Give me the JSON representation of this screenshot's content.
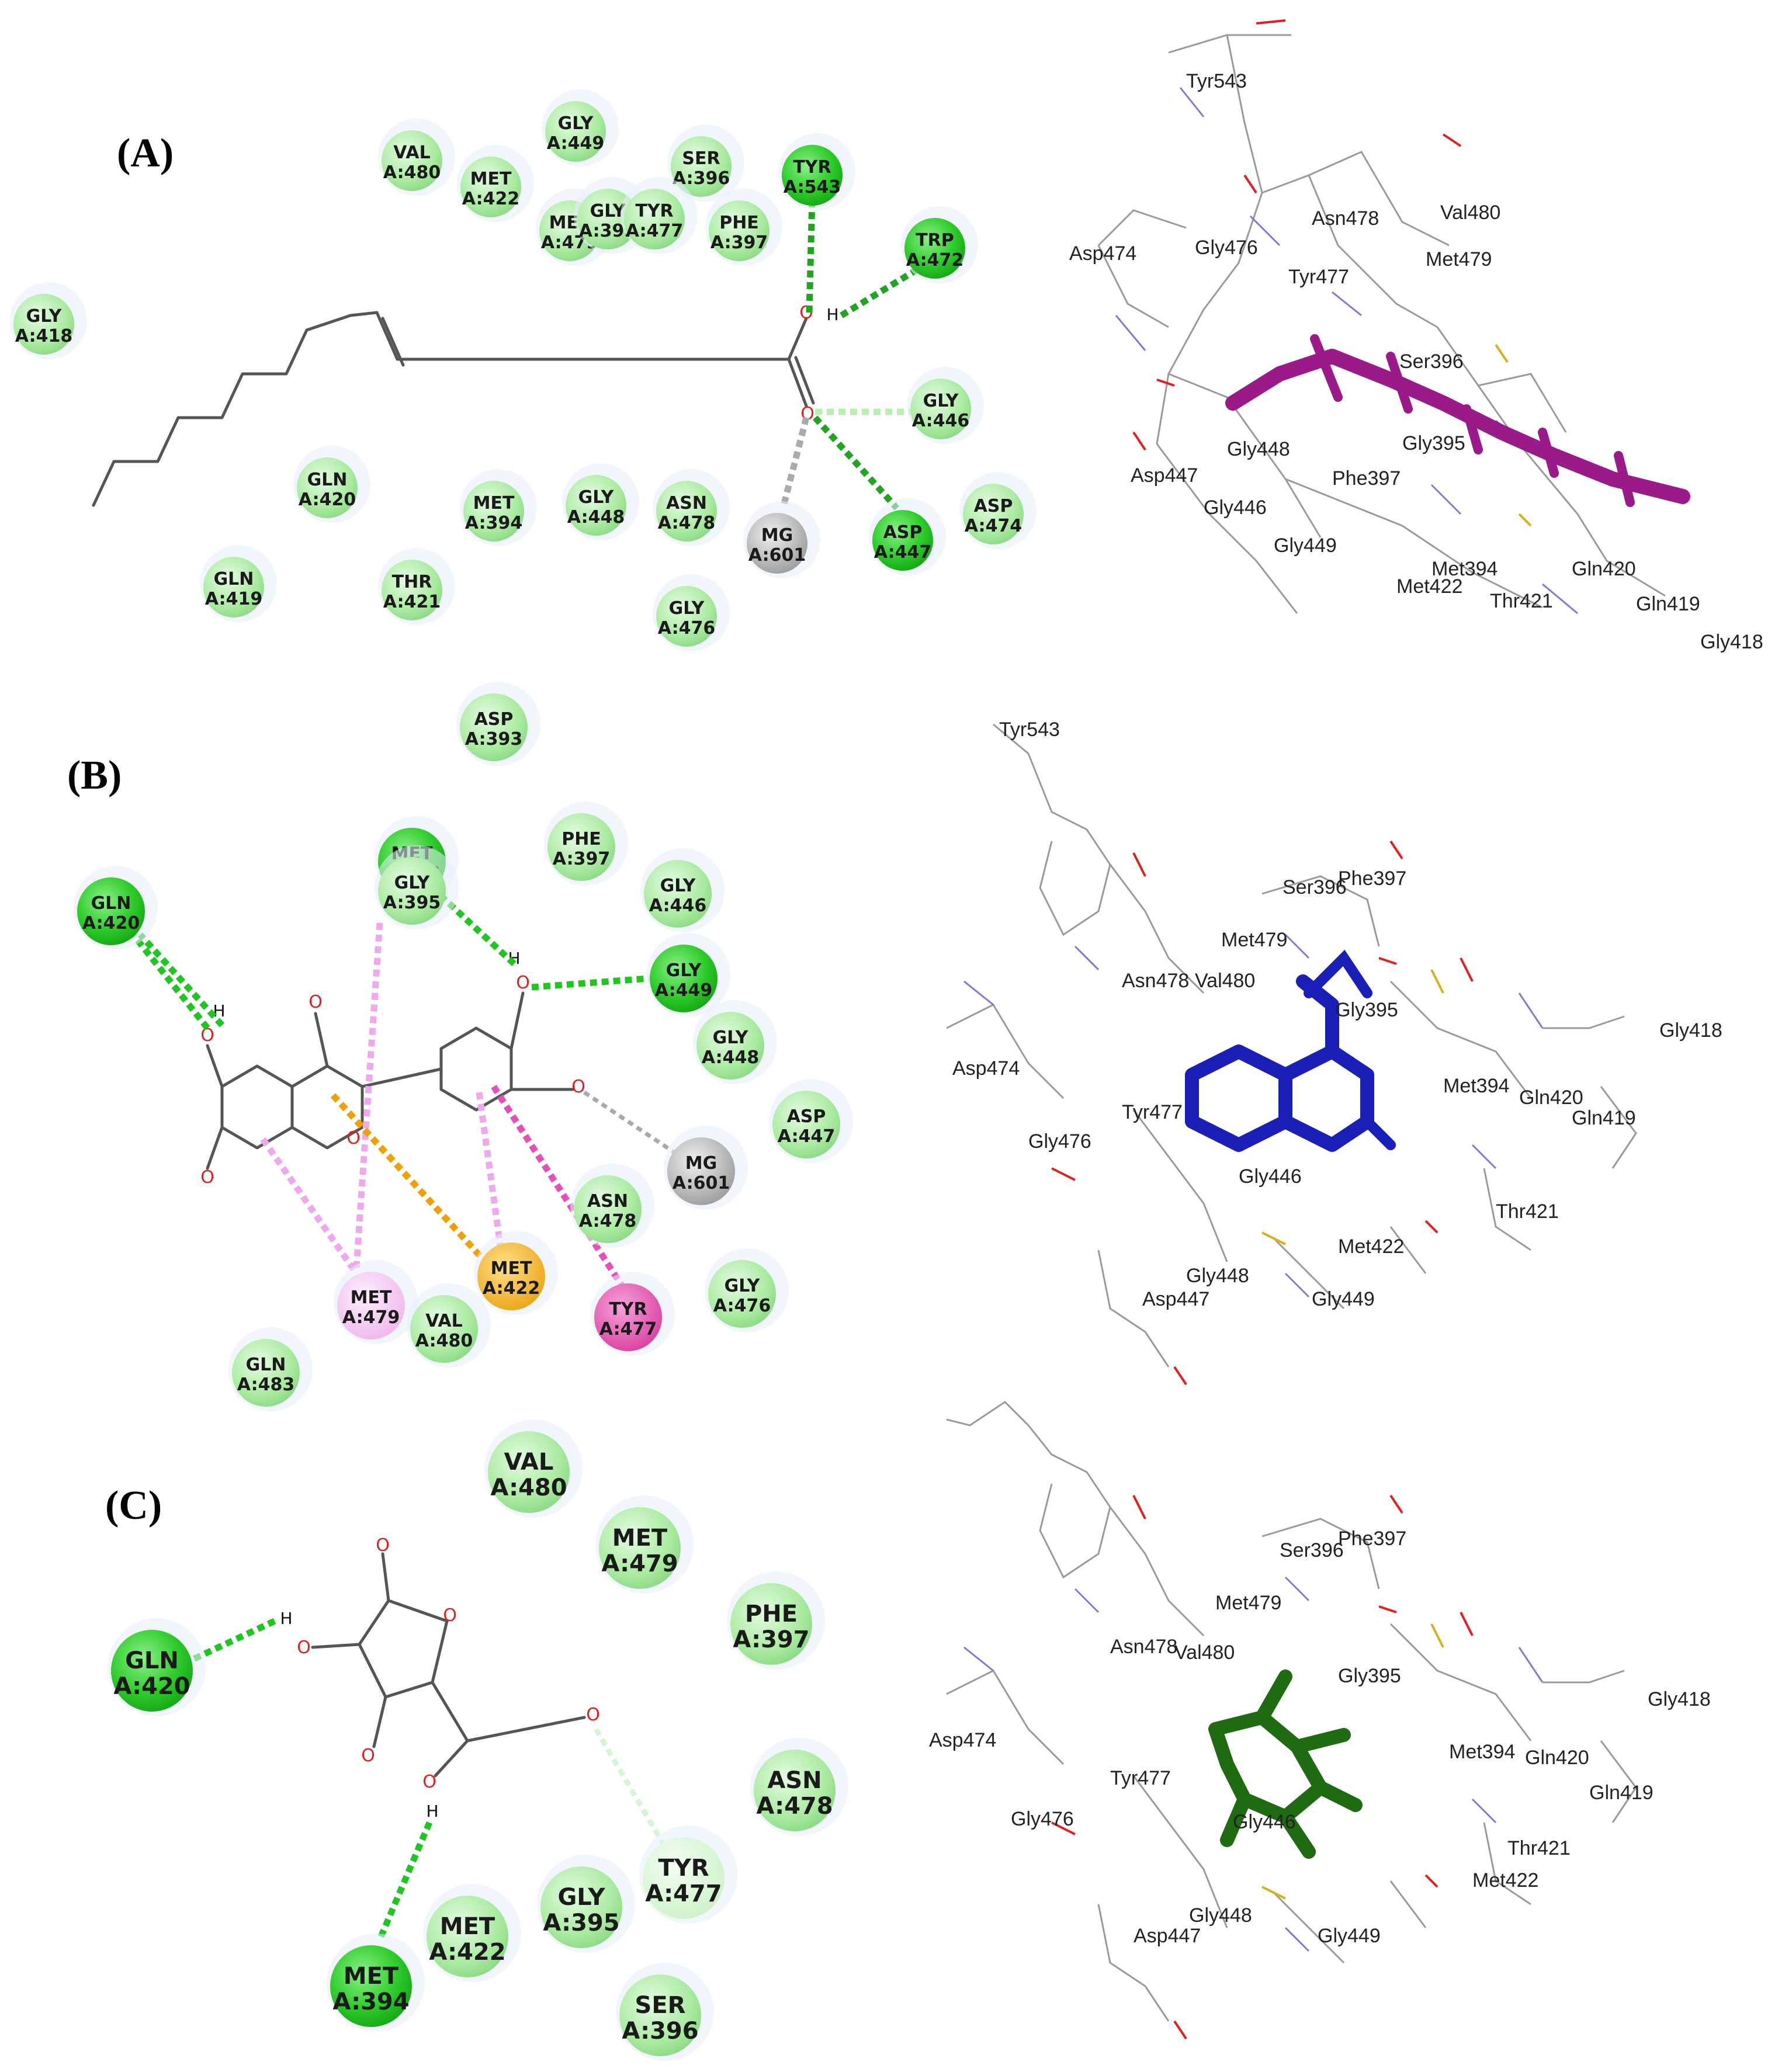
{
  "panels": [
    {
      "letter": "(A)",
      "residues2d": [
        {
          "name": "GLY",
          "id": "A:418",
          "color": "light"
        },
        {
          "name": "VAL",
          "id": "A:480",
          "color": "light"
        },
        {
          "name": "MET",
          "id": "A:422",
          "color": "light"
        },
        {
          "name": "GLY",
          "id": "A:449",
          "color": "light"
        },
        {
          "name": "SER",
          "id": "A:396",
          "color": "light"
        },
        {
          "name": "TYR",
          "id": "A:543",
          "color": "hbond"
        },
        {
          "name": "MET",
          "id": "A:479",
          "color": "light"
        },
        {
          "name": "GLY",
          "id": "A:395",
          "color": "light"
        },
        {
          "name": "TYR",
          "id": "A:477",
          "color": "light"
        },
        {
          "name": "PHE",
          "id": "A:397",
          "color": "light"
        },
        {
          "name": "TRP",
          "id": "A:472",
          "color": "hbond"
        },
        {
          "name": "GLY",
          "id": "A:446",
          "color": "light"
        },
        {
          "name": "GLN",
          "id": "A:420",
          "color": "light"
        },
        {
          "name": "MET",
          "id": "A:394",
          "color": "light"
        },
        {
          "name": "GLY",
          "id": "A:448",
          "color": "light"
        },
        {
          "name": "ASN",
          "id": "A:478",
          "color": "light"
        },
        {
          "name": "MG",
          "id": "A:601",
          "color": "metal"
        },
        {
          "name": "ASP",
          "id": "A:447",
          "color": "hbond"
        },
        {
          "name": "ASP",
          "id": "A:474",
          "color": "light"
        },
        {
          "name": "GLN",
          "id": "A:419",
          "color": "light"
        },
        {
          "name": "THR",
          "id": "A:421",
          "color": "light"
        },
        {
          "name": "GLY",
          "id": "A:476",
          "color": "light"
        }
      ],
      "labels3d": [
        "Tyr543",
        "Asn478",
        "Val480",
        "Asp474",
        "Gly476",
        "Met479",
        "Tyr477",
        "Ser396",
        "Gly395",
        "Gly448",
        "Asp447",
        "Phe397",
        "Gly446",
        "Gly449",
        "Met394",
        "Met422",
        "Gln420",
        "Thr421",
        "Gln419",
        "Gly418"
      ],
      "ligand_color": "#9b1a8a"
    },
    {
      "letter": "(B)",
      "residues2d": [
        {
          "name": "ASP",
          "id": "A:393",
          "color": "light"
        },
        {
          "name": "GLN",
          "id": "A:420",
          "color": "hbond"
        },
        {
          "name": "MET",
          "id": "A:394",
          "color": "hbond"
        },
        {
          "name": "GLY",
          "id": "A:395",
          "color": "light"
        },
        {
          "name": "PHE",
          "id": "A:397",
          "color": "light"
        },
        {
          "name": "GLY",
          "id": "A:446",
          "color": "light"
        },
        {
          "name": "GLY",
          "id": "A:449",
          "color": "hbond"
        },
        {
          "name": "GLY",
          "id": "A:448",
          "color": "light"
        },
        {
          "name": "ASP",
          "id": "A:447",
          "color": "light"
        },
        {
          "name": "MG",
          "id": "A:601",
          "color": "metal"
        },
        {
          "name": "ASN",
          "id": "A:478",
          "color": "light"
        },
        {
          "name": "MET",
          "id": "A:422",
          "color": "orange"
        },
        {
          "name": "TYR",
          "id": "A:477",
          "color": "pink"
        },
        {
          "name": "GLY",
          "id": "A:476",
          "color": "light"
        },
        {
          "name": "MET",
          "id": "A:479",
          "color": "lpink"
        },
        {
          "name": "VAL",
          "id": "A:480",
          "color": "light"
        },
        {
          "name": "GLN",
          "id": "A:483",
          "color": "light"
        }
      ],
      "labels3d": [
        "Tyr543",
        "Ser396",
        "Phe397",
        "Met479",
        "Asn478",
        "Val480",
        "Gly395",
        "Gly418",
        "Asp474",
        "Tyr477",
        "Met394",
        "Gln420",
        "Gln419",
        "Gly476",
        "Gly446",
        "Thr421",
        "Met422",
        "Gly448",
        "Asp447",
        "Gly449"
      ],
      "ligand_color": "#1a1fb8"
    },
    {
      "letter": "(C)",
      "residues2d": [
        {
          "name": "VAL",
          "id": "A:480",
          "color": "light"
        },
        {
          "name": "MET",
          "id": "A:479",
          "color": "light"
        },
        {
          "name": "PHE",
          "id": "A:397",
          "color": "light"
        },
        {
          "name": "GLN",
          "id": "A:420",
          "color": "hbond"
        },
        {
          "name": "ASN",
          "id": "A:478",
          "color": "light"
        },
        {
          "name": "TYR",
          "id": "A:477",
          "color": "vlight"
        },
        {
          "name": "GLY",
          "id": "A:395",
          "color": "light"
        },
        {
          "name": "MET",
          "id": "A:422",
          "color": "light"
        },
        {
          "name": "MET",
          "id": "A:394",
          "color": "hbond"
        },
        {
          "name": "SER",
          "id": "A:396",
          "color": "light"
        }
      ],
      "labels3d": [
        "Ser396",
        "Phe397",
        "Met479",
        "Asn478",
        "Val480",
        "Gly395",
        "Gly418",
        "Asp474",
        "Tyr477",
        "Met394",
        "Gln420",
        "Gln419",
        "Gly476",
        "Gly446",
        "Thr421",
        "Met422",
        "Gly448",
        "Asp447",
        "Gly449"
      ],
      "ligand_color": "#1e6b12"
    }
  ],
  "atoms": {
    "O": "O",
    "H": "H"
  },
  "colors": {
    "light": "#b4eeb0",
    "hbond": "#22c522",
    "metal": "#a8a8a8",
    "orange": "#f2b020",
    "pink": "#e45cb6",
    "lpink": "#f5c2f0",
    "vlight": "#d7f5d4",
    "bond_hbond": "#21c521",
    "bond_weak": "#b8efb2",
    "bond_metal": "#aaaaaa",
    "bond_pisigma": "#f0a000",
    "bond_alkyl": "#f0a8ec",
    "bond_pipi": "#e64fb8"
  }
}
